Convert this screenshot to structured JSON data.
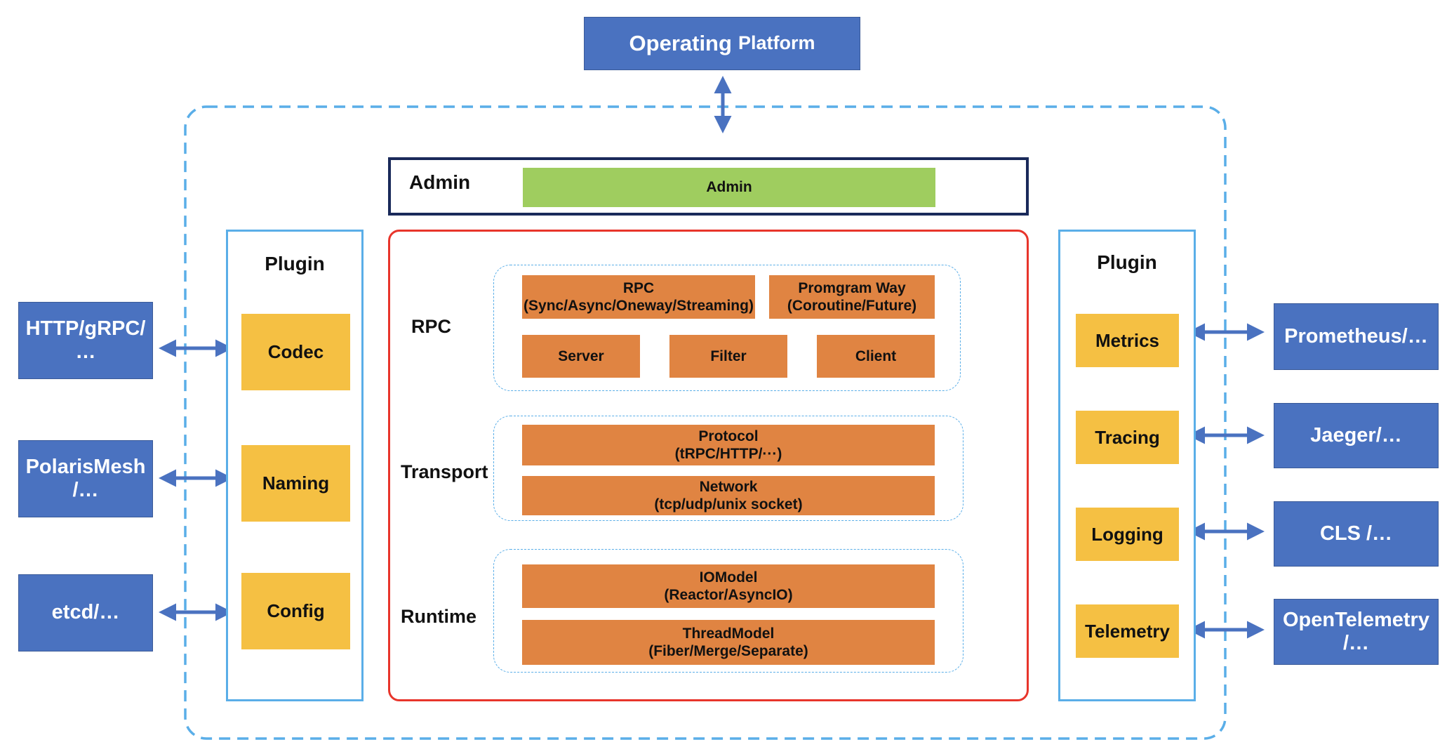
{
  "top": {
    "operating_main": "Operating",
    "operating_sub": "Platform"
  },
  "admin": {
    "row_label": "Admin",
    "bar_label": "Admin"
  },
  "left_externals": [
    "HTTP/gRPC/\n…",
    "PolarisMesh\n/…",
    "etcd/…"
  ],
  "right_externals": [
    "Prometheus/…",
    "Jaeger/…",
    "CLS /…",
    "OpenTelemetry\n/…"
  ],
  "left_plugin": {
    "title": "Plugin",
    "items": [
      "Codec",
      "Naming",
      "Config"
    ]
  },
  "right_plugin": {
    "title": "Plugin",
    "items": [
      "Metrics",
      "Tracing",
      "Logging",
      "Telemetry"
    ]
  },
  "core": {
    "rpc": {
      "label": "RPC",
      "rpc_box": "RPC\n(Sync/Async/Oneway/Streaming)",
      "program_box": "Promgram Way\n(Coroutine/Future)",
      "server": "Server",
      "filter": "Filter",
      "client": "Client"
    },
    "transport": {
      "label": "Transport",
      "protocol": "Protocol\n(tRPC/HTTP/···)",
      "network": "Network\n(tcp/udp/unix socket)"
    },
    "runtime": {
      "label": "Runtime",
      "iomodel": "IOModel\n(Reactor/AsyncIO)",
      "threadmodel": "ThreadModel\n(Fiber/Merge/Separate)"
    }
  },
  "colors": {
    "external_blue": "#4a72c0",
    "plugin_yellow": "#f5c043",
    "core_orange": "#e08442",
    "admin_green": "#9fcd5f",
    "frame_light_blue": "#5aaee8",
    "core_frame_red": "#e8352b",
    "admin_frame_navy": "#1a2a5a",
    "arrow_blue": "#4a72c0"
  },
  "icons": [
    "double-arrow-icon"
  ]
}
